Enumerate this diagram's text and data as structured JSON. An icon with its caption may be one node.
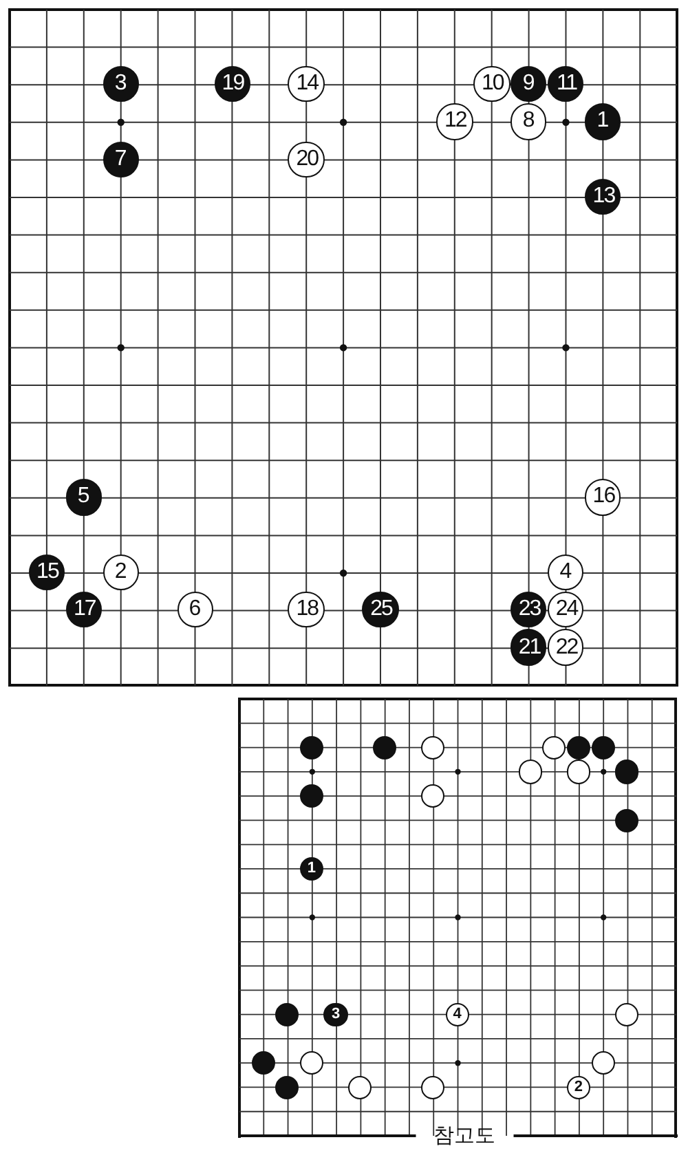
{
  "diagram": {
    "nodes": [
      {
        "text": [],
        "shape": "box"
      },
      {
        "text": [
          "3"
        ],
        "in": 0
      },
      {
        "text": [
          "19"
        ],
        "in": 0
      },
      {
        "text": [
          "14"
        ],
        "in": 0
      },
      {
        "text": [
          "10"
        ],
        "in": 0
      },
      {
        "text": [
          "9"
        ],
        "in": 0
      },
      {
        "text": [
          "11"
        ],
        "in": 0
      },
      {
        "text": [
          "12"
        ],
        "in": 0
      },
      {
        "text": [
          "8"
        ],
        "in": 0
      },
      {
        "text": [
          "1"
        ],
        "in": 0
      },
      {
        "text": [
          "7"
        ],
        "in": 0
      },
      {
        "text": [
          "20"
        ],
        "in": 0
      },
      {
        "text": [
          "13"
        ],
        "in": 0
      },
      {
        "text": [
          "5"
        ],
        "in": 0
      },
      {
        "text": [
          "16"
        ],
        "in": 0
      },
      {
        "text": [
          "15"
        ],
        "in": 0
      },
      {
        "text": [
          "2"
        ],
        "in": 0
      },
      {
        "text": [
          "4"
        ],
        "in": 0
      },
      {
        "text": [
          "17"
        ],
        "in": 0
      },
      {
        "text": [
          "6"
        ],
        "in": 0
      },
      {
        "text": [
          "18"
        ],
        "in": 0
      },
      {
        "text": [
          "25"
        ],
        "in": 0
      },
      {
        "text": [
          "23"
        ],
        "in": 0
      },
      {
        "text": [
          "24"
        ],
        "in": 0
      },
      {
        "text": [
          "21"
        ],
        "in": 0
      },
      {
        "text": [
          "22"
        ],
        "in": 0
      },
      {
        "text": [
          "참고도"
        ]
      },
      {
        "text": [],
        "shape": "circle",
        "in": 26
      },
      {
        "text": [],
        "shape": "circle",
        "in": 26
      },
      {
        "text": [],
        "shape": "circle",
        "in": 26
      },
      {
        "text": [],
        "shape": "circle",
        "in": 26
      },
      {
        "text": [],
        "shape": "circle",
        "in": 26
      },
      {
        "text": [],
        "shape": "circle",
        "in": 26
      },
      {
        "text": [],
        "shape": "circle",
        "in": 26
      },
      {
        "text": [],
        "shape": "circle",
        "in": 26
      },
      {
        "text": [],
        "shape": "circle",
        "in": 26
      },
      {
        "text": [],
        "shape": "circle",
        "in": 26
      },
      {
        "text": [],
        "shape": "circle",
        "in": 26
      },
      {
        "text": [],
        "shape": "circle",
        "in": 26
      },
      {
        "text": [
          "1"
        ],
        "in": 26
      },
      {
        "text": [],
        "shape": "circle",
        "in": 26
      },
      {
        "text": [
          "3"
        ],
        "in": 26
      },
      {
        "text": [
          "4"
        ],
        "in": 26
      },
      {
        "text": [],
        "shape": "circle",
        "in": 26
      },
      {
        "text": [],
        "shape": "circle",
        "in": 26
      },
      {
        "text": [],
        "shape": "circle",
        "in": 26
      },
      {
        "text": [],
        "shape": "circle",
        "in": 26
      },
      {
        "text": [],
        "shape": "circle",
        "in": 26
      },
      {
        "text": [],
        "shape": "circle",
        "in": 26
      },
      {
        "text": [],
        "shape": "circle",
        "in": 26
      },
      {
        "text": [
          "2"
        ],
        "in": 26
      }
    ]
  }
}
